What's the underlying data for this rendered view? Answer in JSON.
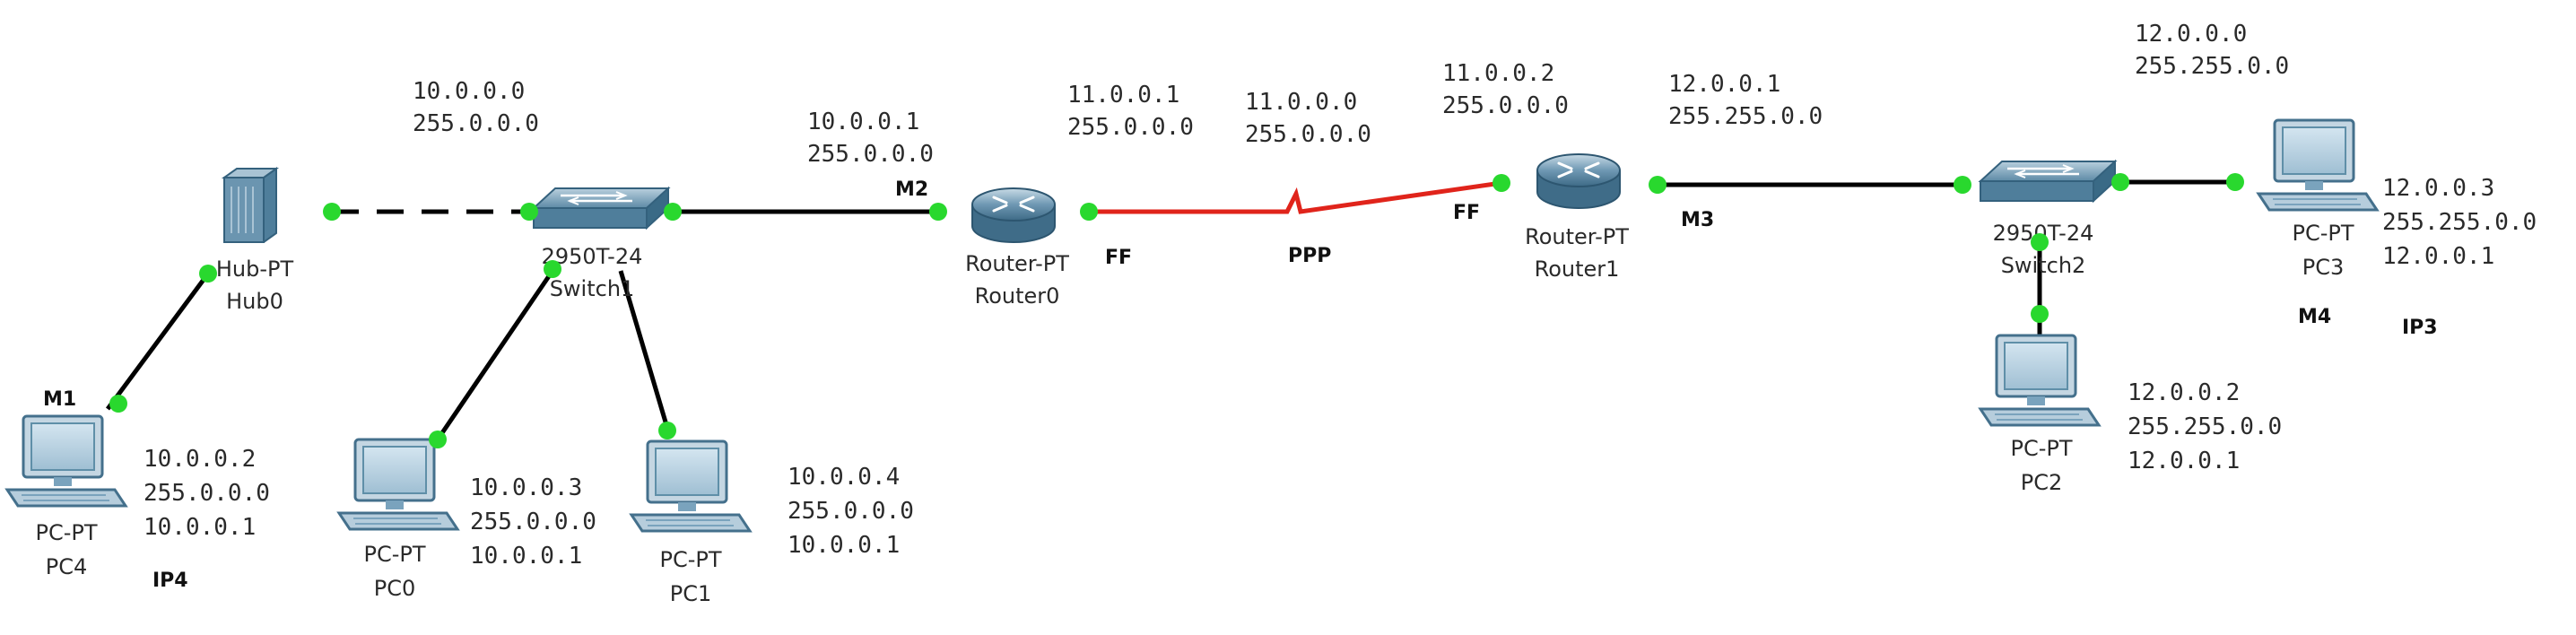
{
  "colors": {
    "link": "#000000",
    "ppp_link": "#e0241b",
    "port_up": "#29d82e",
    "device_blue": "#5f8fa8"
  },
  "devices": {
    "hub0": {
      "type": "Hub-PT",
      "name": "Hub0",
      "icon": "hub-icon"
    },
    "switch1": {
      "type": "2950T-24",
      "name": "Switch1",
      "icon": "switch-icon"
    },
    "router0": {
      "type": "Router-PT",
      "name": "Router0",
      "icon": "router-icon"
    },
    "router1": {
      "type": "Router-PT",
      "name": "Router1",
      "icon": "router-icon"
    },
    "switch2": {
      "type": "2950T-24",
      "name": "Switch2",
      "icon": "switch-icon"
    },
    "pc0": {
      "type": "PC-PT",
      "name": "PC0",
      "icon": "pc-icon"
    },
    "pc1": {
      "type": "PC-PT",
      "name": "PC1",
      "icon": "pc-icon"
    },
    "pc2": {
      "type": "PC-PT",
      "name": "PC2",
      "icon": "pc-icon"
    },
    "pc3": {
      "type": "PC-PT",
      "name": "PC3",
      "icon": "pc-icon"
    },
    "pc4": {
      "type": "PC-PT",
      "name": "PC4",
      "icon": "pc-icon"
    }
  },
  "address_notes": {
    "net10": [
      "10.0.0.0",
      "255.0.0.0"
    ],
    "r0_lan": [
      "10.0.0.1",
      "255.0.0.0"
    ],
    "r0_wan": [
      "11.0.0.1",
      "255.0.0.0"
    ],
    "net11": [
      "11.0.0.0",
      "255.0.0.0"
    ],
    "r1_wan": [
      "11.0.0.2",
      "255.0.0.0"
    ],
    "r1_lan": [
      "12.0.0.1",
      "255.255.0.0"
    ],
    "net12": [
      "12.0.0.0",
      "255.255.0.0"
    ],
    "pc3": [
      "12.0.0.3",
      "255.255.0.0",
      "12.0.0.1"
    ],
    "pc2": [
      "12.0.0.2",
      "255.255.0.0",
      "12.0.0.1"
    ],
    "pc4": [
      "10.0.0.2",
      "255.0.0.0",
      "10.0.0.1"
    ],
    "pc0": [
      "10.0.0.3",
      "255.0.0.0",
      "10.0.0.1"
    ],
    "pc1": [
      "10.0.0.4",
      "255.0.0.0",
      "10.0.0.1"
    ]
  },
  "tags": {
    "m1": "M1",
    "m2": "M2",
    "m3": "M3",
    "m4": "M4",
    "ff_left": "FF",
    "ff_right": "FF",
    "ppp": "PPP",
    "ip3": "IP3",
    "ip4": "IP4"
  }
}
